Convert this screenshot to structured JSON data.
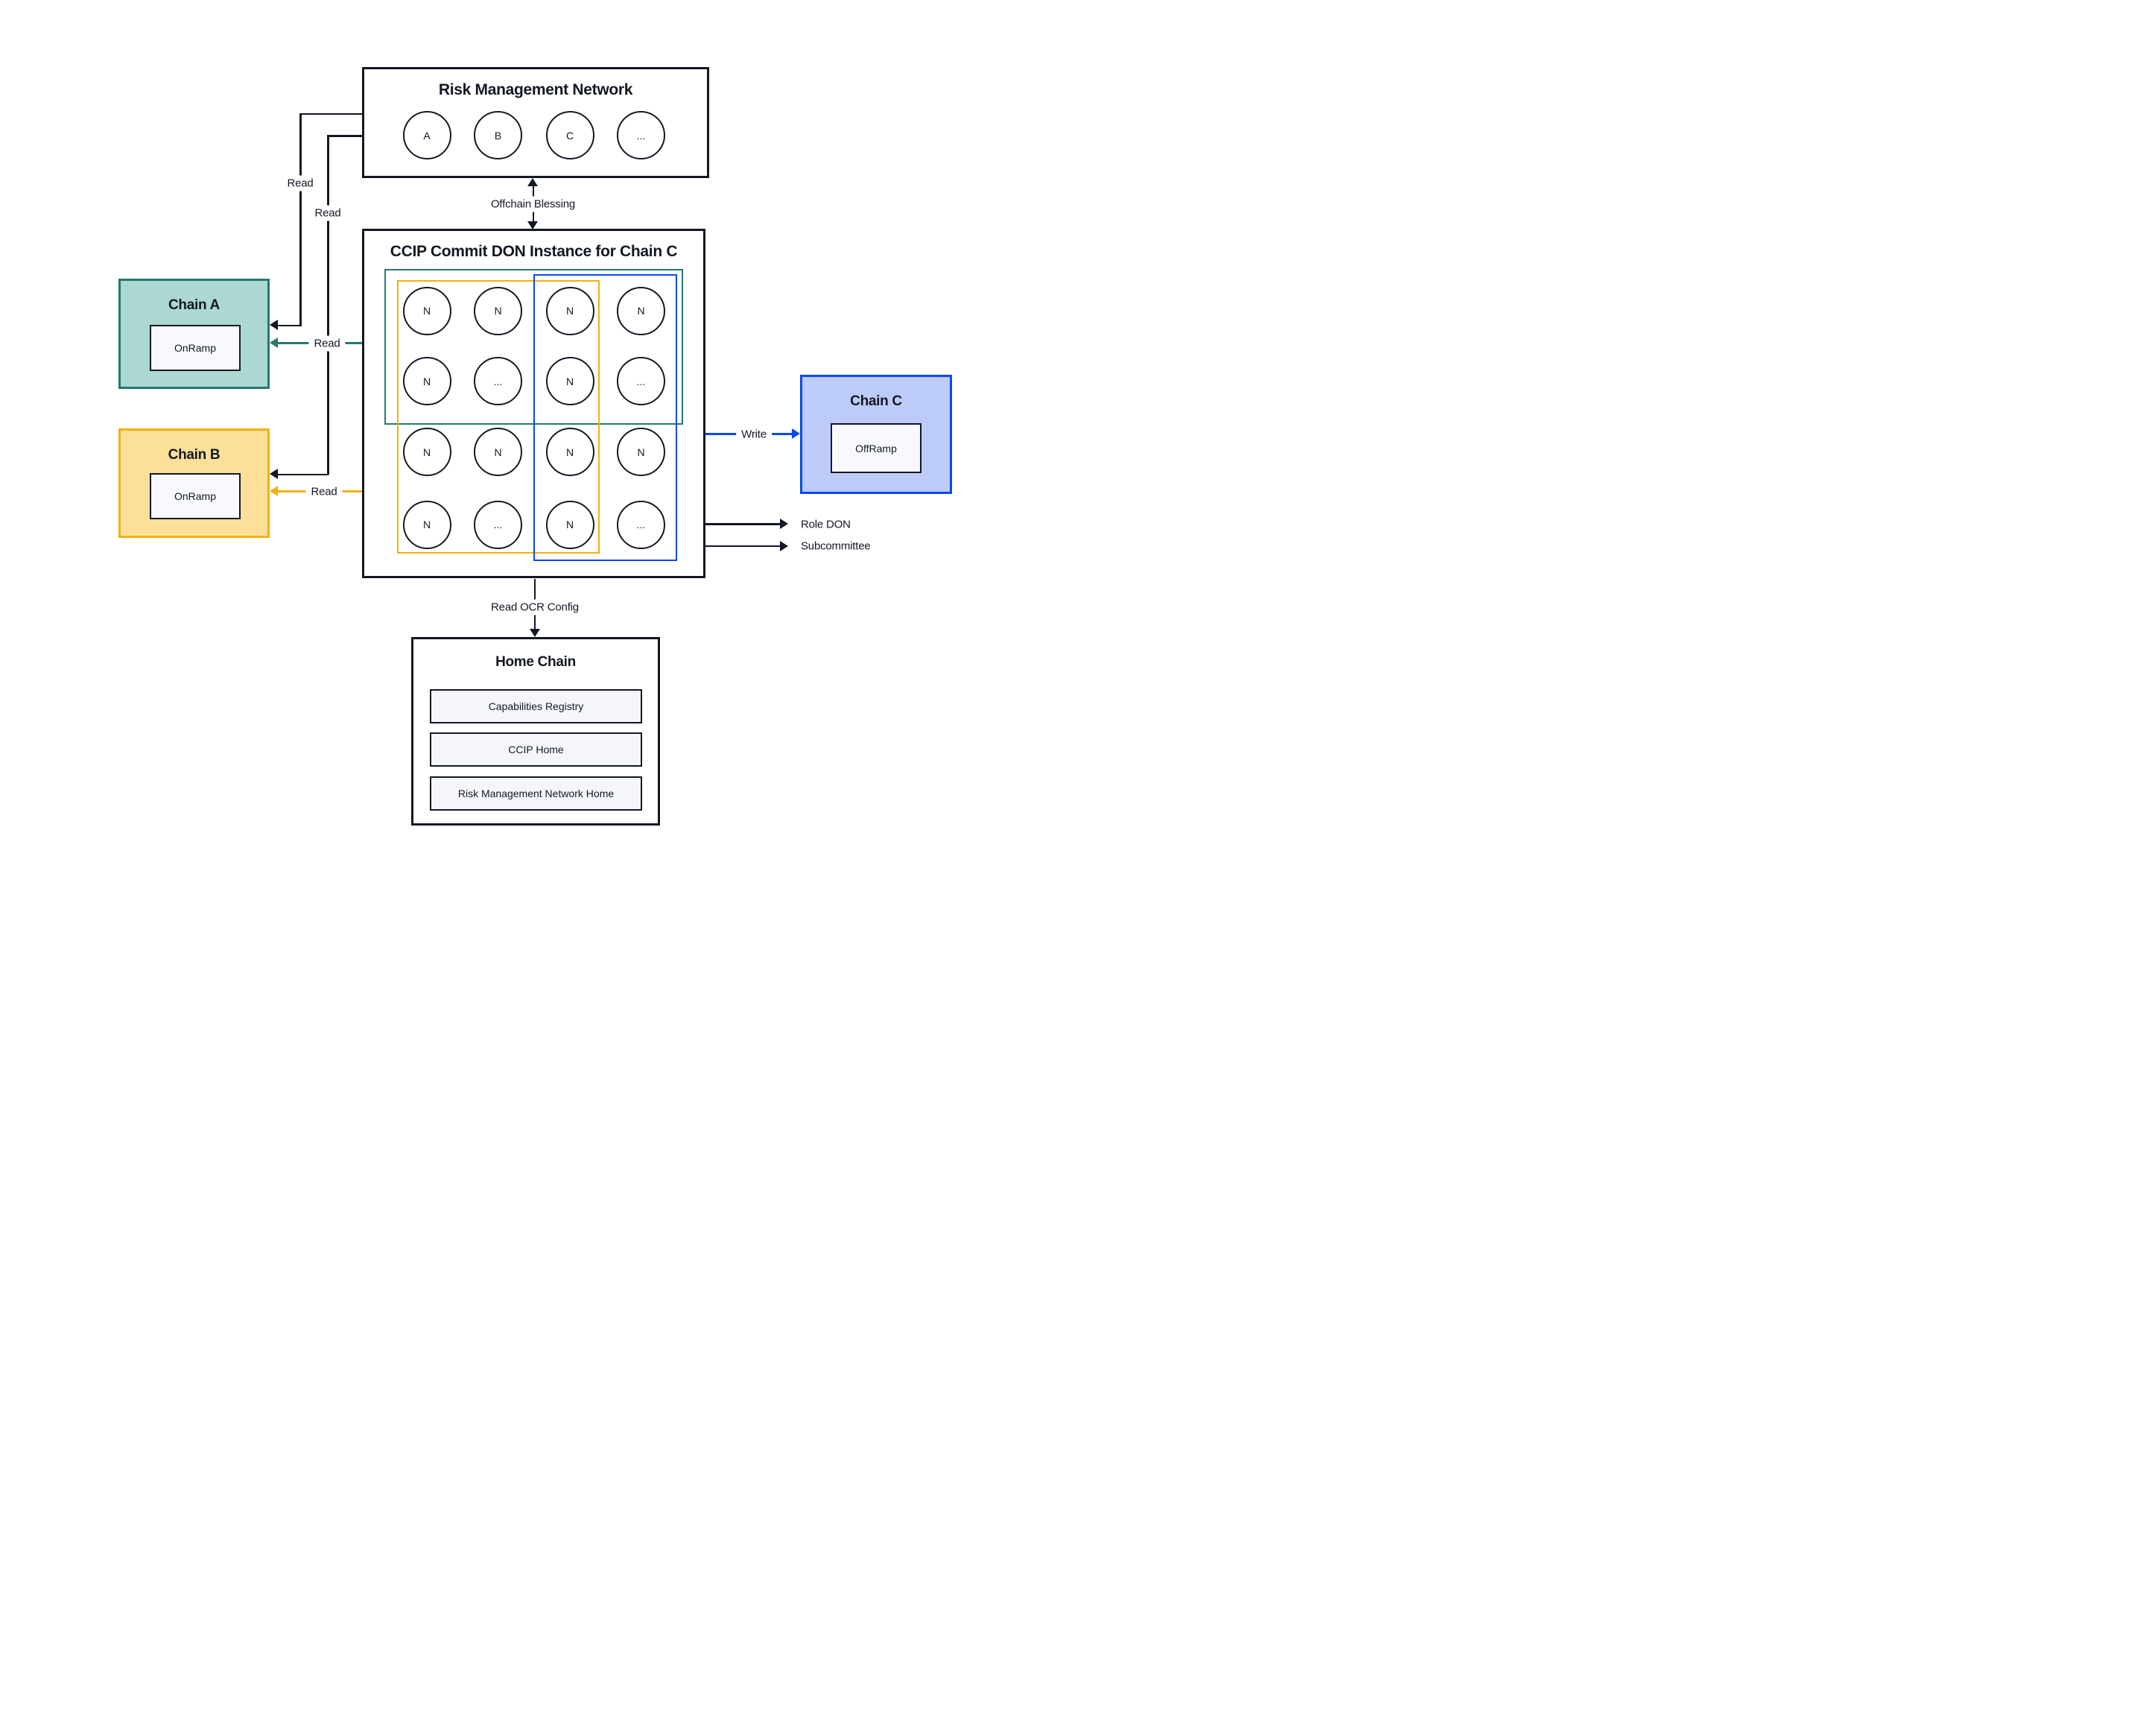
{
  "palette": {
    "ink": "#141824",
    "teal_border": "#26786d",
    "teal_fill": "#abd8d2",
    "gold_border": "#f1b10b",
    "gold_fill": "#fce099",
    "blue_border": "#0b48f0",
    "blue_fill": "#bdcbf8",
    "inner_box_fill": "#f8f9fe",
    "background": "#ffffff"
  },
  "rmn": {
    "title": "Risk Management Network",
    "nodes": [
      "A",
      "B",
      "C",
      "..."
    ]
  },
  "ccip": {
    "title": "CCIP Commit DON Instance for Chain C",
    "grid": [
      [
        "N",
        "N",
        "N",
        "N"
      ],
      [
        "N",
        "...",
        "N",
        "..."
      ],
      [
        "N",
        "N",
        "N",
        "N"
      ],
      [
        "N",
        "...",
        "N",
        "..."
      ]
    ]
  },
  "chains": {
    "a": {
      "title": "Chain A",
      "contract": "OnRamp"
    },
    "b": {
      "title": "Chain B",
      "contract": "OnRamp"
    },
    "c": {
      "title": "Chain C",
      "contract": "OffRamp"
    }
  },
  "home": {
    "title": "Home Chain",
    "items": [
      "Capabilities Registry",
      "CCIP Home",
      "Risk Management Network Home"
    ]
  },
  "edges": {
    "offchain_blessing": "Offchain Blessing",
    "read_rmn_to_a": "Read",
    "read_rmn_to_b": "Read",
    "read_don_to_a": "Read",
    "read_don_to_b": "Read",
    "write": "Write",
    "role_don": "Role DON",
    "subcommittee": "Subcommittee",
    "read_ocr_config": "Read OCR Config"
  }
}
